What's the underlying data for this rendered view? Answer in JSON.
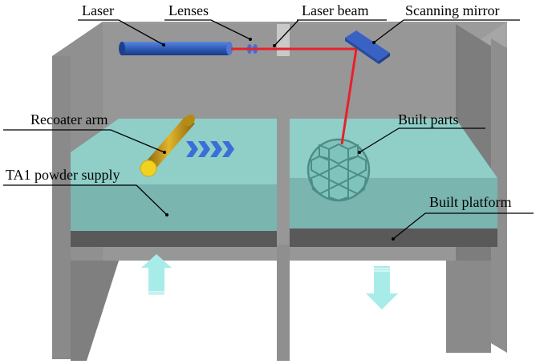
{
  "labels": {
    "laser": "Laser",
    "lenses": "Lenses",
    "laser_beam": "Laser beam",
    "scanning_mirror": "Scanning mirror",
    "recoater_arm": "Recoater arm",
    "built_parts": "Built parts",
    "powder_supply": "TA1 powder supply",
    "built_platform": "Built platform"
  },
  "colors": {
    "chamber_wall": "#8c8c8c",
    "chamber_wall_light": "#a6a6a6",
    "powder_top": "#8fcfc8",
    "powder_front": "#7ab5b0",
    "platform_base": "#595959",
    "laser_body": "#2f5db8",
    "laser_beam": "#e8202a",
    "mirror": "#3a62c4",
    "recoater": "#d9a41e",
    "arrow": "#a8ece9",
    "chevrons": "#3a6fd8"
  },
  "icons": {
    "supply_direction": "arrow-up-icon",
    "platform_direction": "arrow-down-icon",
    "recoat_direction": "chevron-right-icon"
  }
}
